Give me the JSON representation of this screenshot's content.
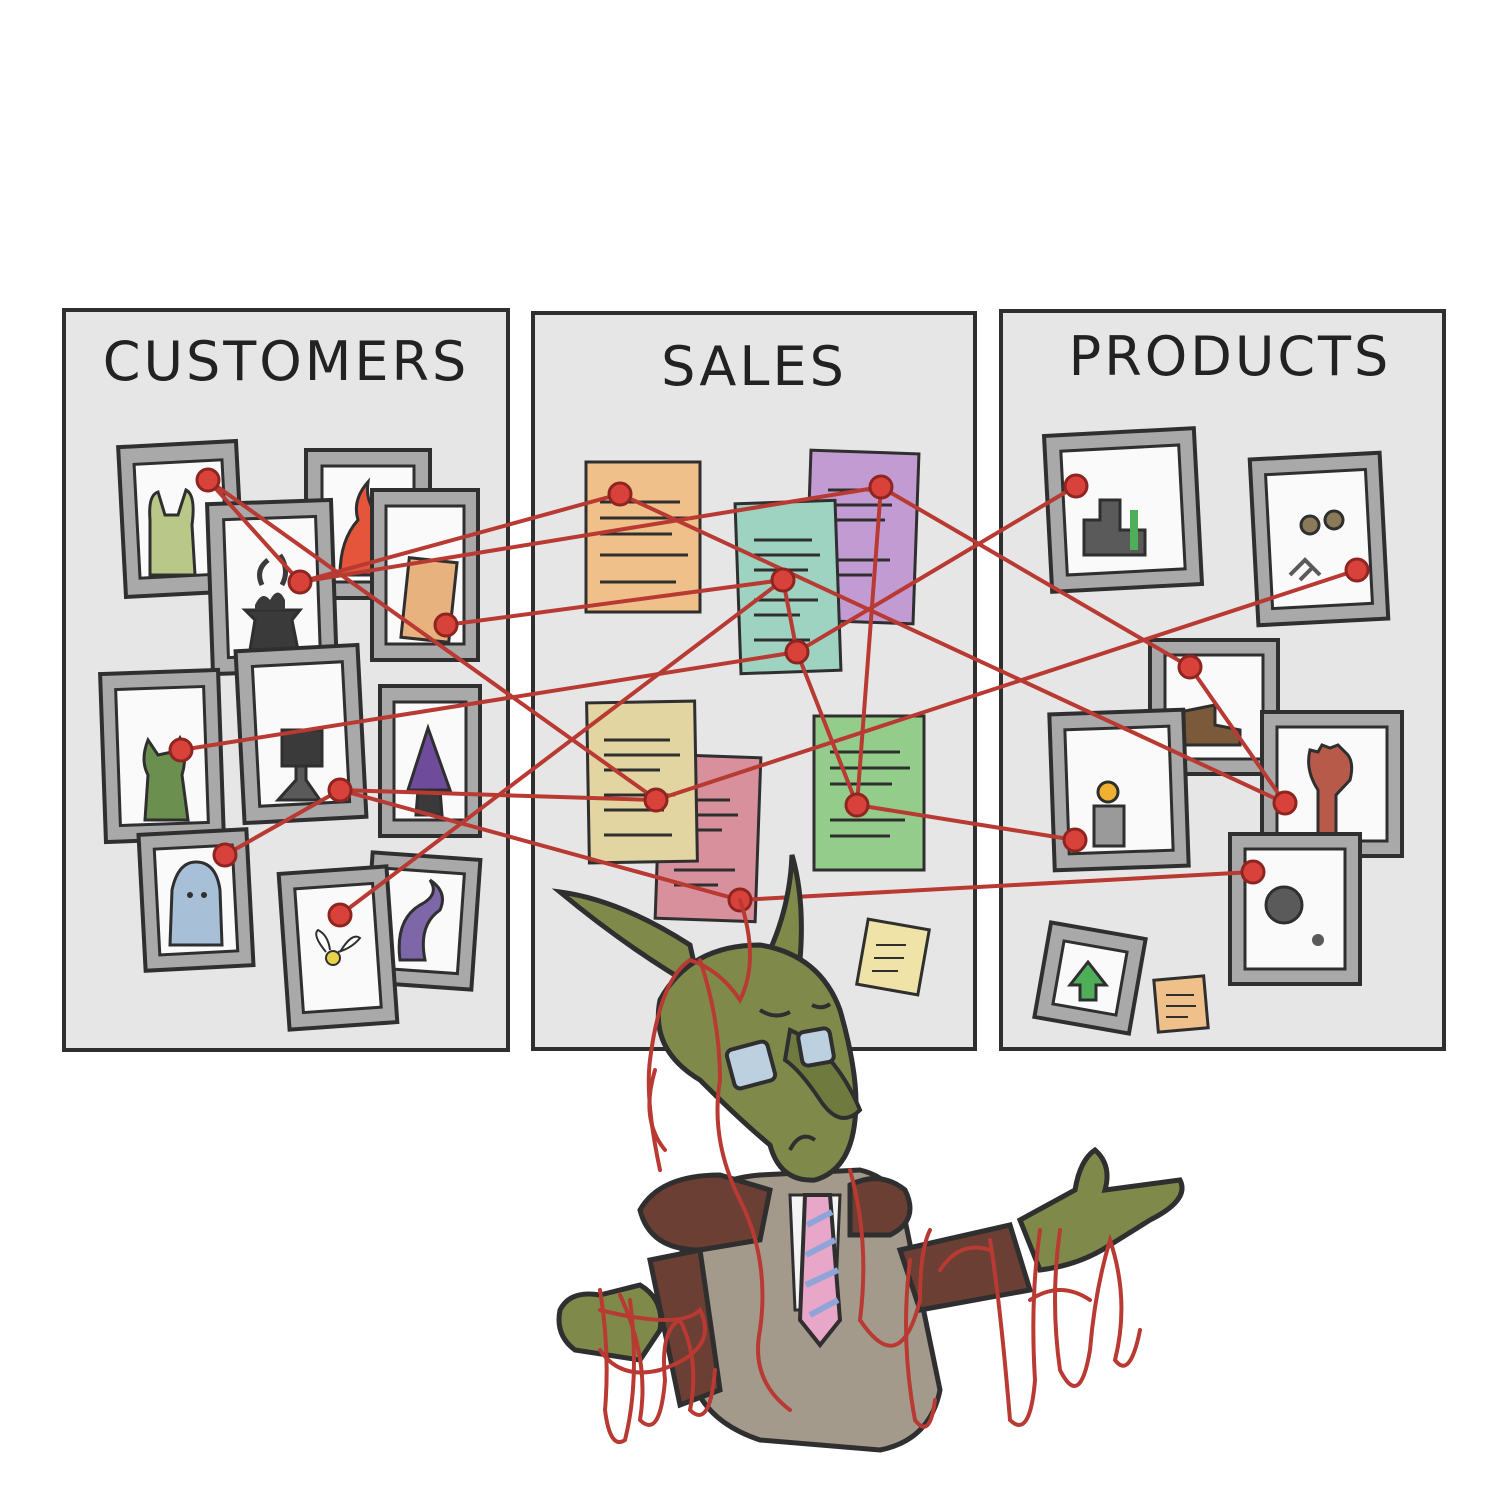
{
  "boards": [
    {
      "id": "customers",
      "title": "CUSTOMERS"
    },
    {
      "id": "sales",
      "title": "SALES"
    },
    {
      "id": "products",
      "title": "PRODUCTS"
    }
  ],
  "colors": {
    "board_fill": "#e6e6e6",
    "frame": "#a9a9a9",
    "outline": "#2f2f2f",
    "string": "#b83a32",
    "pin": "#d8423a",
    "goblin_skin": "#7f8a4a",
    "coat": "#a39a8c",
    "collar": "#6b3f33",
    "tie_pink": "#e8a6c8",
    "tie_blue": "#8fa4d9"
  },
  "icons": {
    "customer_portraits": [
      "rabbit-silhouette",
      "fire-spirit",
      "cauldron",
      "parchment",
      "cat-silhouette",
      "lamp",
      "wizard",
      "ghost",
      "tentacle",
      "fairy"
    ],
    "sales_notes": [
      "orange-note",
      "purple-note",
      "teal-note",
      "tan-note",
      "pink-note",
      "green-note",
      "sticky-note"
    ],
    "product_pictures": [
      "machine",
      "goggles-and-claw",
      "boot",
      "lightbulb-jar",
      "robot-hand",
      "gear",
      "green-arrow",
      "sticky-note"
    ]
  },
  "character": {
    "name": "goblin-manager",
    "holding": "tangled-red-string"
  }
}
